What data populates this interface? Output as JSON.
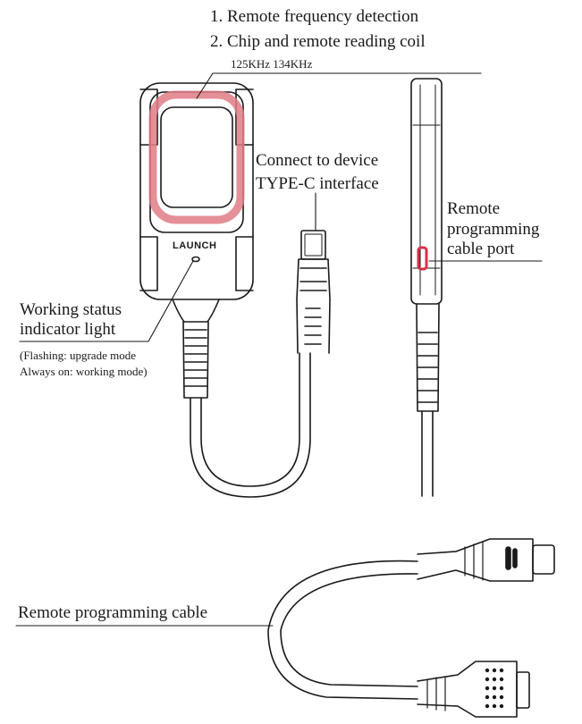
{
  "callouts": {
    "top_line1": "1. Remote frequency detection",
    "top_line2": "2. Chip and remote reading coil",
    "top_freq": "125KHz  134KHz",
    "connect_line1": "Connect to device",
    "connect_line2": "TYPE-C interface",
    "remote_line1": "Remote",
    "remote_line2": "programming",
    "remote_line3": "cable port",
    "working_line1": "Working status",
    "working_line2": "indicator light",
    "working_note1": "(Flashing: upgrade mode",
    "working_note2": "Always on: working mode)",
    "cable_label": "Remote programming cable"
  },
  "device": {
    "brand": "LAUNCH"
  },
  "colors": {
    "coil_highlight": "#e07c86",
    "port_highlight": "#d9304a",
    "ink": "#1a1a1a"
  }
}
